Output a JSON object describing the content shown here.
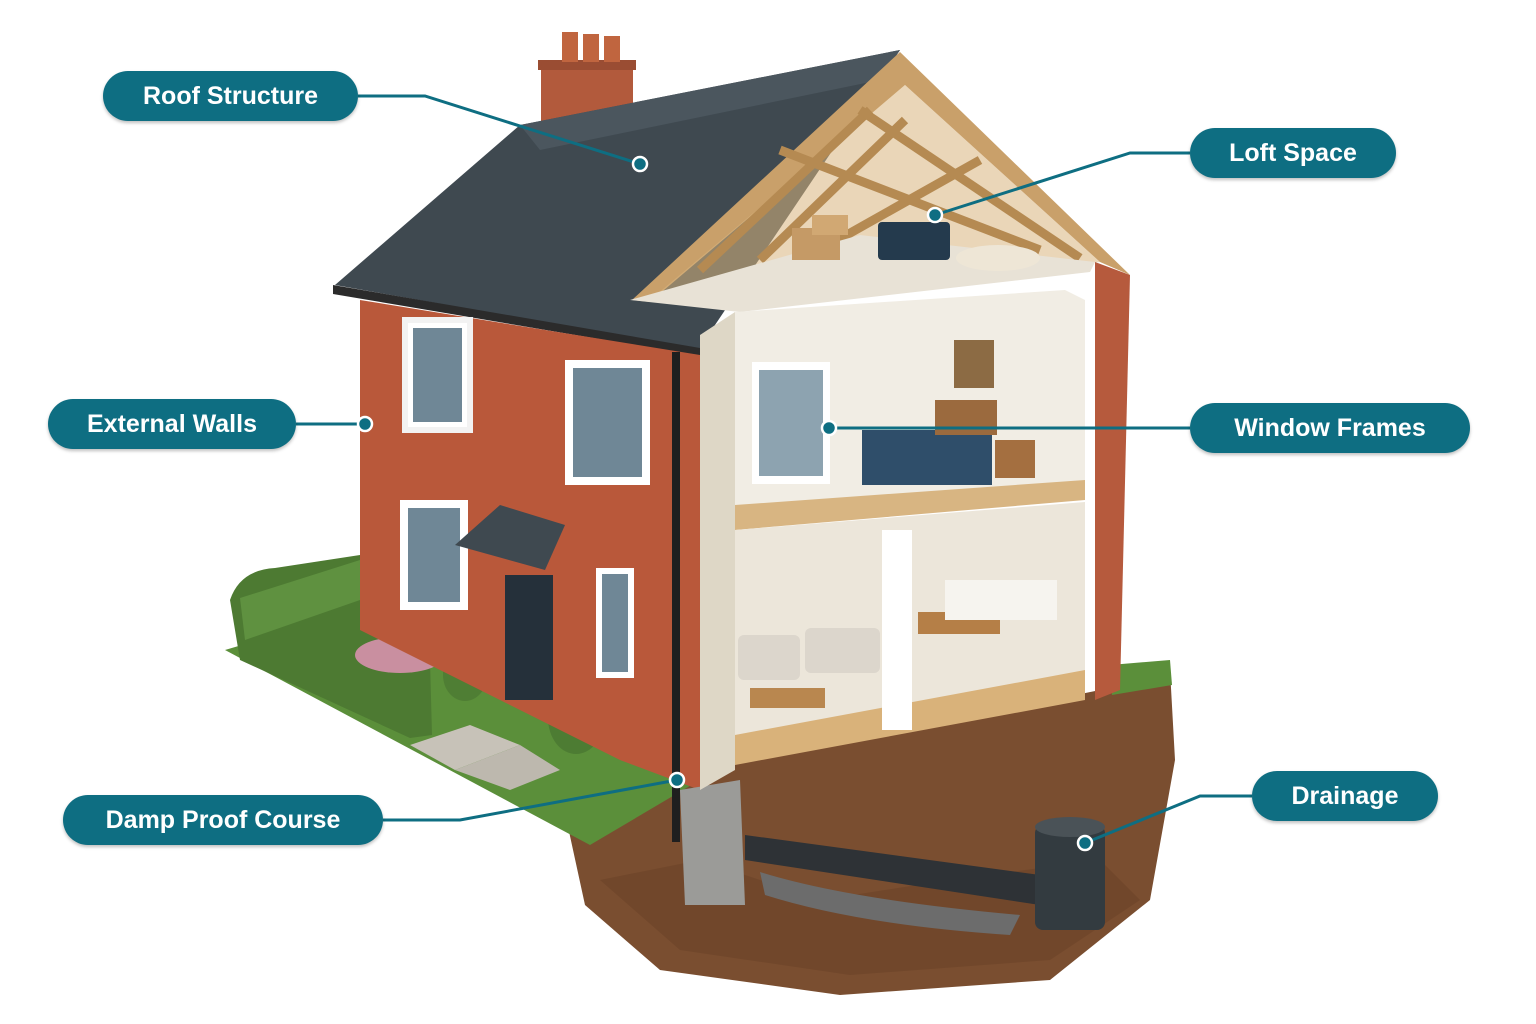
{
  "colors": {
    "callout_bg": "#0e6e82",
    "brick": "#b9583a",
    "roof_slate": "#3f4950",
    "timber": "#c9a06a",
    "soil": "#7a4e30",
    "grass": "#5b8f3a"
  },
  "callouts": {
    "roof_structure": "Roof Structure",
    "loft_space": "Loft Space",
    "external_walls": "External Walls",
    "window_frames": "Window Frames",
    "damp_proof_course": "Damp Proof Course",
    "drainage": "Drainage"
  }
}
